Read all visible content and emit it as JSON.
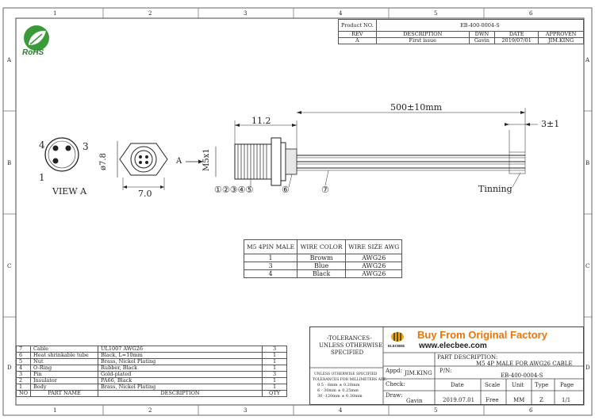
{
  "grid": {
    "cols": [
      "1",
      "2",
      "3",
      "4",
      "5",
      "6"
    ],
    "rows": [
      "A",
      "B",
      "C",
      "D"
    ]
  },
  "logo": {
    "text": "RoHS"
  },
  "header": {
    "product_no_label": "Product NO.",
    "product_no": "EB-400-0004-S",
    "rev_headers": [
      "REV",
      "DESCRIPTION",
      "DWN",
      "DATE",
      "APPROVEN"
    ],
    "rev_row": [
      "A",
      "First issue",
      "Gavin",
      "2019/07/01",
      "JIM.KING"
    ]
  },
  "view_a": {
    "pins": [
      "4",
      "3",
      "1"
    ],
    "label": "VIEW A"
  },
  "dims": {
    "dia": "ø7.8",
    "width": "7.0",
    "arrow": "A",
    "thread": "M5x1",
    "length1": "11.2",
    "cable": "500±10mm",
    "strip": "3±1",
    "tinning": "Tinning",
    "callout1": "①②③④⑤",
    "callout6": "⑥",
    "callout7": "⑦"
  },
  "wire_table": {
    "headers": [
      "M5 4PIN MALE",
      "WIRE COLOR",
      "WIRE SIZE AWG"
    ],
    "rows": [
      [
        "1",
        "Browm",
        "AWG26"
      ],
      [
        "3",
        "Blue",
        "AWG26"
      ],
      [
        "4",
        "Black",
        "AWG26"
      ]
    ]
  },
  "bom": {
    "rows": [
      [
        "7",
        "Cable",
        "UL1007 AWG26",
        "3"
      ],
      [
        "6",
        "Heat shrinkable tube",
        "Black, L=10mm",
        "1"
      ],
      [
        "5",
        "Nut",
        "Brass, Nickel Plating",
        "1"
      ],
      [
        "4",
        "O-Ring",
        "Rubber, Black",
        "1"
      ],
      [
        "3",
        "Pin",
        "Gold-plated",
        "3"
      ],
      [
        "2",
        "Insulator",
        "PA66, Black",
        "1"
      ],
      [
        "1",
        "Body",
        "Brass, Nickel Plating",
        "1"
      ]
    ],
    "headers": [
      "NO",
      "PART NAME",
      "DESCRIPTION",
      "QTY"
    ]
  },
  "title_block": {
    "tolerances_title": "-TOLERANCES-",
    "tolerances_sub1": "UNLESS OTHERWISE",
    "tolerances_sub2": "SPECIFIED",
    "tol_note": "UNLESS OTHERWISE SPECIFIED",
    "tol_note2": "TOLERANCES FOR MILLIMETERS ARE:",
    "tol_lines": [
      "0.5 - 6mm ± 0.20mm",
      "6 - 30mm ± 0.25mm",
      "30 -120mm ± 0.30mm"
    ],
    "brand_tag": "ELECBEE",
    "buy_text": "Buy From Original Factory",
    "site": "www.elecbee.com",
    "part_desc_label": "PART DESCRIPTION:",
    "part_desc": "M5 4P MALE FOR AWG26 CABLE",
    "appd_label": "Appd:",
    "appd": "JIM.KING",
    "pn_label": "P/N:",
    "pn": "EB-400-0004-S",
    "check_label": "Check:",
    "col_headers": [
      "Date",
      "Scale",
      "Unit",
      "Type",
      "Page"
    ],
    "draw_label": "Draw:",
    "draw": "Gavin",
    "col_values": [
      "2019.07.01",
      "Free",
      "MM",
      "Z",
      "1/1"
    ]
  }
}
